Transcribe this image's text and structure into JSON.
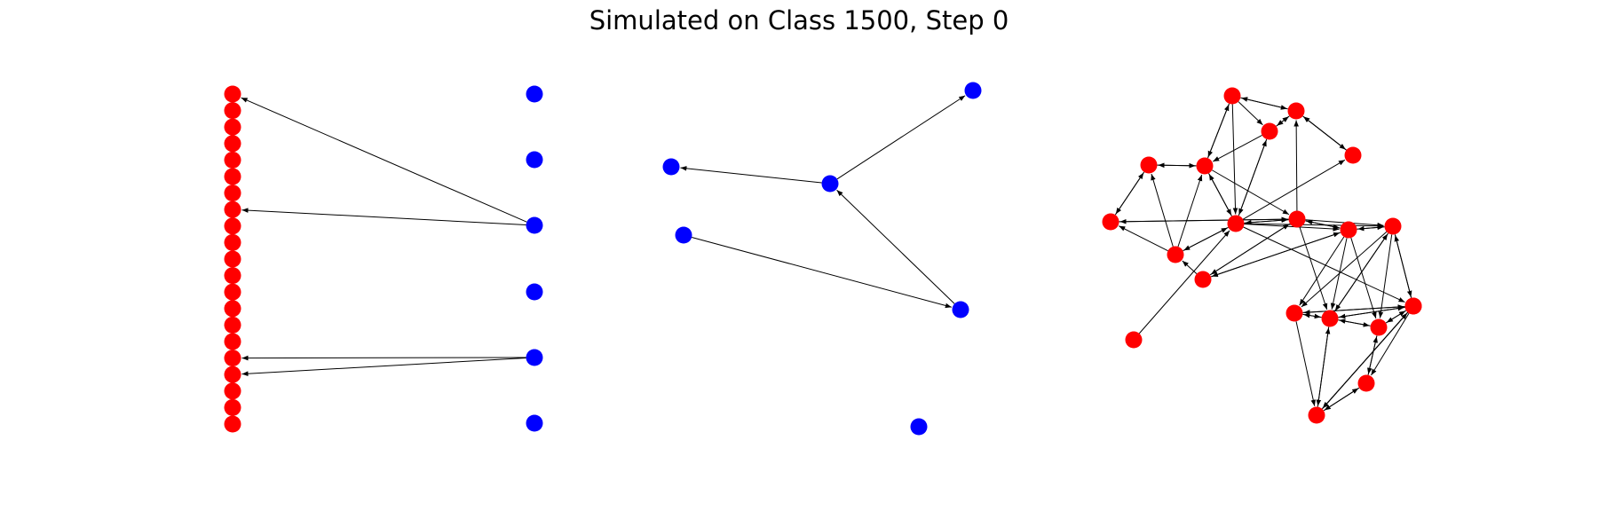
{
  "title": "Simulated on Class 1500, Step 0",
  "colors": {
    "red_node": "#ff0000",
    "blue_node": "#0000ff",
    "edge": "#000000",
    "background": "#ffffff"
  },
  "panels": [
    {
      "name": "bipartite",
      "nodes": [
        {
          "id": "r0",
          "color": "red"
        },
        {
          "id": "r1",
          "color": "red"
        },
        {
          "id": "r2",
          "color": "red"
        },
        {
          "id": "r3",
          "color": "red"
        },
        {
          "id": "r4",
          "color": "red"
        },
        {
          "id": "r5",
          "color": "red"
        },
        {
          "id": "r6",
          "color": "red"
        },
        {
          "id": "r7",
          "color": "red"
        },
        {
          "id": "r8",
          "color": "red"
        },
        {
          "id": "r9",
          "color": "red"
        },
        {
          "id": "r10",
          "color": "red"
        },
        {
          "id": "r11",
          "color": "red"
        },
        {
          "id": "r12",
          "color": "red"
        },
        {
          "id": "r13",
          "color": "red"
        },
        {
          "id": "r14",
          "color": "red"
        },
        {
          "id": "r15",
          "color": "red"
        },
        {
          "id": "r16",
          "color": "red"
        },
        {
          "id": "r17",
          "color": "red"
        },
        {
          "id": "r18",
          "color": "red"
        },
        {
          "id": "r19",
          "color": "red"
        },
        {
          "id": "r20",
          "color": "red"
        },
        {
          "id": "b0",
          "color": "blue"
        },
        {
          "id": "b1",
          "color": "blue"
        },
        {
          "id": "b2",
          "color": "blue"
        },
        {
          "id": "b3",
          "color": "blue"
        },
        {
          "id": "b4",
          "color": "blue"
        },
        {
          "id": "b5",
          "color": "blue"
        }
      ],
      "edges": [
        {
          "from": "b2",
          "to": "r0"
        },
        {
          "from": "b2",
          "to": "r7"
        },
        {
          "from": "b4",
          "to": "r16"
        },
        {
          "from": "b4",
          "to": "r17"
        }
      ]
    },
    {
      "name": "blue-graph",
      "nodes": [
        {
          "id": "c0",
          "color": "blue"
        },
        {
          "id": "c1",
          "color": "blue"
        },
        {
          "id": "c2",
          "color": "blue"
        },
        {
          "id": "c3",
          "color": "blue"
        },
        {
          "id": "c4",
          "color": "blue"
        },
        {
          "id": "c5",
          "color": "blue"
        }
      ],
      "edges": [
        {
          "from": "c1",
          "to": "c2"
        },
        {
          "from": "c4",
          "to": "c1"
        },
        {
          "from": "c1",
          "to": "c0"
        },
        {
          "from": "c3",
          "to": "c4"
        }
      ]
    },
    {
      "name": "red-graph",
      "nodes": [
        {
          "id": "n0",
          "color": "red"
        },
        {
          "id": "n1",
          "color": "red"
        },
        {
          "id": "n2",
          "color": "red"
        },
        {
          "id": "n3",
          "color": "red"
        },
        {
          "id": "n4",
          "color": "red"
        },
        {
          "id": "n5",
          "color": "red"
        },
        {
          "id": "n6",
          "color": "red"
        },
        {
          "id": "n7",
          "color": "red"
        },
        {
          "id": "n8",
          "color": "red"
        },
        {
          "id": "n9",
          "color": "red"
        },
        {
          "id": "n10",
          "color": "red"
        },
        {
          "id": "n11",
          "color": "red"
        },
        {
          "id": "n12",
          "color": "red"
        },
        {
          "id": "n13",
          "color": "red"
        },
        {
          "id": "n14",
          "color": "red"
        },
        {
          "id": "n15",
          "color": "red"
        },
        {
          "id": "n16",
          "color": "red"
        },
        {
          "id": "n17",
          "color": "red"
        },
        {
          "id": "n18",
          "color": "red"
        },
        {
          "id": "n19",
          "color": "red"
        },
        {
          "id": "n20",
          "color": "red"
        }
      ],
      "edges": [
        {
          "from": "n0",
          "to": "n1"
        },
        {
          "from": "n1",
          "to": "n0"
        },
        {
          "from": "n0",
          "to": "n2"
        },
        {
          "from": "n0",
          "to": "n4"
        },
        {
          "from": "n4",
          "to": "n0"
        },
        {
          "from": "n0",
          "to": "n8"
        },
        {
          "from": "n1",
          "to": "n2"
        },
        {
          "from": "n2",
          "to": "n1"
        },
        {
          "from": "n1",
          "to": "n7"
        },
        {
          "from": "n7",
          "to": "n1"
        },
        {
          "from": "n2",
          "to": "n4"
        },
        {
          "from": "n2",
          "to": "n8"
        },
        {
          "from": "n8",
          "to": "n2"
        },
        {
          "from": "n3",
          "to": "n4"
        },
        {
          "from": "n4",
          "to": "n3"
        },
        {
          "from": "n3",
          "to": "n5"
        },
        {
          "from": "n5",
          "to": "n3"
        },
        {
          "from": "n4",
          "to": "n8"
        },
        {
          "from": "n8",
          "to": "n4"
        },
        {
          "from": "n4",
          "to": "n9"
        },
        {
          "from": "n6",
          "to": "n4"
        },
        {
          "from": "n5",
          "to": "n9"
        },
        {
          "from": "n9",
          "to": "n5"
        },
        {
          "from": "n6",
          "to": "n3"
        },
        {
          "from": "n6",
          "to": "n5"
        },
        {
          "from": "n6",
          "to": "n8"
        },
        {
          "from": "n8",
          "to": "n6"
        },
        {
          "from": "n7",
          "to": "n1"
        },
        {
          "from": "n8",
          "to": "n7"
        },
        {
          "from": "n8",
          "to": "n9"
        },
        {
          "from": "n9",
          "to": "n8"
        },
        {
          "from": "n10",
          "to": "n8"
        },
        {
          "from": "n8",
          "to": "n12"
        },
        {
          "from": "n8",
          "to": "n13"
        },
        {
          "from": "n8",
          "to": "n14"
        },
        {
          "from": "n9",
          "to": "n1"
        },
        {
          "from": "n9",
          "to": "n11"
        },
        {
          "from": "n11",
          "to": "n9"
        },
        {
          "from": "n9",
          "to": "n12"
        },
        {
          "from": "n12",
          "to": "n9"
        },
        {
          "from": "n9",
          "to": "n13"
        },
        {
          "from": "n9",
          "to": "n15"
        },
        {
          "from": "n11",
          "to": "n6"
        },
        {
          "from": "n11",
          "to": "n12"
        },
        {
          "from": "n12",
          "to": "n11"
        },
        {
          "from": "n12",
          "to": "n13"
        },
        {
          "from": "n13",
          "to": "n12"
        },
        {
          "from": "n12",
          "to": "n15"
        },
        {
          "from": "n12",
          "to": "n16"
        },
        {
          "from": "n12",
          "to": "n18"
        },
        {
          "from": "n13",
          "to": "n14"
        },
        {
          "from": "n14",
          "to": "n13"
        },
        {
          "from": "n13",
          "to": "n15"
        },
        {
          "from": "n15",
          "to": "n13"
        },
        {
          "from": "n13",
          "to": "n16"
        },
        {
          "from": "n13",
          "to": "n18"
        },
        {
          "from": "n14",
          "to": "n16"
        },
        {
          "from": "n16",
          "to": "n14"
        },
        {
          "from": "n14",
          "to": "n19"
        },
        {
          "from": "n19",
          "to": "n14"
        },
        {
          "from": "n15",
          "to": "n16"
        },
        {
          "from": "n16",
          "to": "n15"
        },
        {
          "from": "n15",
          "to": "n17"
        },
        {
          "from": "n17",
          "to": "n15"
        },
        {
          "from": "n15",
          "to": "n18"
        },
        {
          "from": "n18",
          "to": "n15"
        },
        {
          "from": "n15",
          "to": "n19"
        },
        {
          "from": "n19",
          "to": "n15"
        },
        {
          "from": "n16",
          "to": "n19"
        },
        {
          "from": "n17",
          "to": "n18"
        },
        {
          "from": "n18",
          "to": "n17"
        },
        {
          "from": "n17",
          "to": "n19"
        },
        {
          "from": "n18",
          "to": "n20"
        },
        {
          "from": "n20",
          "to": "n18"
        },
        {
          "from": "n19",
          "to": "n20"
        },
        {
          "from": "n20",
          "to": "n19"
        },
        {
          "from": "n17",
          "to": "n20"
        }
      ]
    }
  ]
}
